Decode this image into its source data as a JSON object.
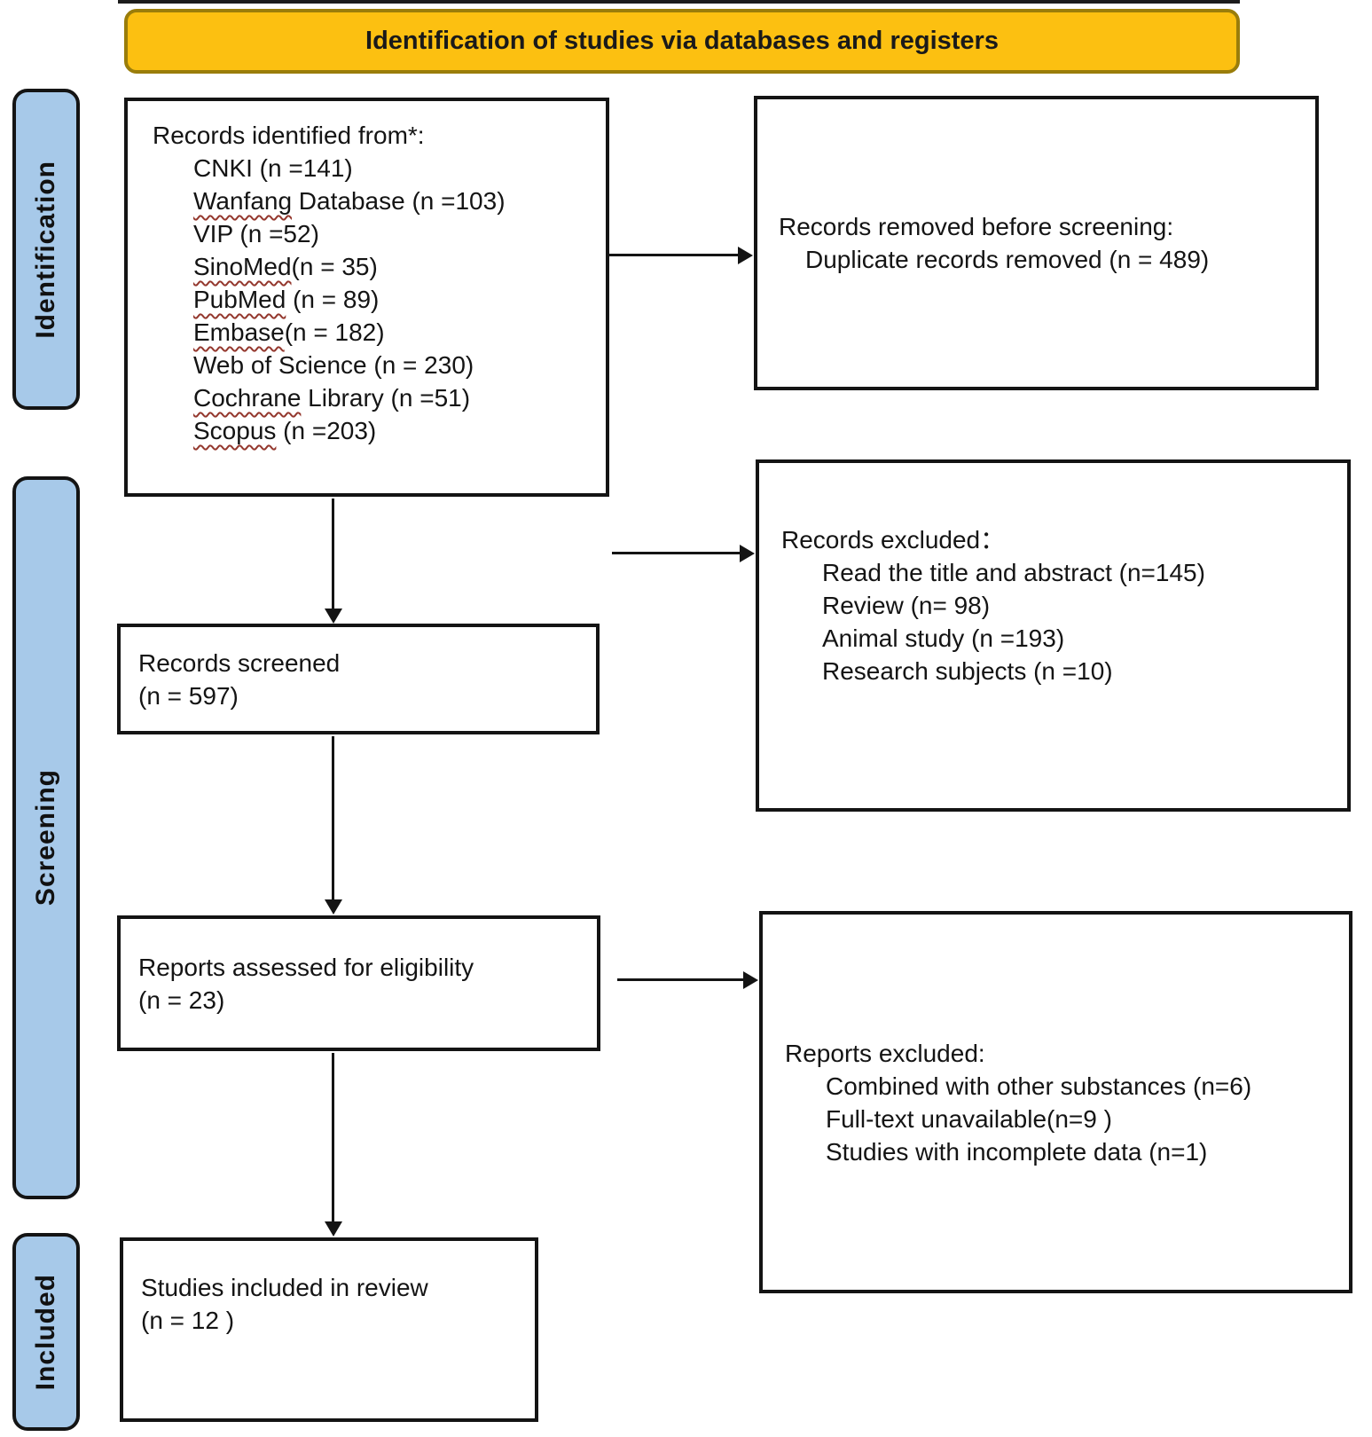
{
  "header": {
    "title": "Identification of studies via databases and registers"
  },
  "stages": [
    {
      "label": "Identification"
    },
    {
      "label": "Screening"
    },
    {
      "label": "Included"
    }
  ],
  "boxes": {
    "identified": {
      "title": "Records identified from*:",
      "items": [
        {
          "u": "",
          "t": "CNKI (n =141)"
        },
        {
          "u": "Wanfang",
          "t": " Database (n =103)"
        },
        {
          "u": "",
          "t": "VIP (n =52)"
        },
        {
          "u": "SinoMed",
          "t": "(n = 35)"
        },
        {
          "u": "PubMed",
          "t": " (n = 89)"
        },
        {
          "u": "Embase",
          "t": "(n = 182)"
        },
        {
          "u": "",
          "t": "Web of Science (n = 230)"
        },
        {
          "u": "Cochrane",
          "t": " Library (n =51)"
        },
        {
          "u": "Scopus",
          "t": " (n =203)"
        }
      ]
    },
    "removed": {
      "title": "Records removed before screening:",
      "items": [
        {
          "t": "Duplicate records removed  (n = 489)"
        }
      ]
    },
    "screened": {
      "line1": "Records screened",
      "line2": "(n = 597)"
    },
    "records_excluded": {
      "title": "Records excluded：",
      "items": [
        {
          "t": "Read the title and abstract (n=145)"
        },
        {
          "t": "Review (n= 98)"
        },
        {
          "t": "Animal study (n =193)"
        },
        {
          "t": "Research subjects (n =10)"
        }
      ]
    },
    "assessed": {
      "line1": "Reports assessed for eligibility",
      "line2": "(n = 23)"
    },
    "reports_excluded": {
      "title": "Reports excluded:",
      "items": [
        {
          "t": "Combined with other substances (n=6)"
        },
        {
          "t": "Full-text unavailable(n=9 )"
        },
        {
          "t": "Studies with incomplete data (n=1)"
        }
      ]
    },
    "included": {
      "line1": "Studies included in review",
      "line2": "(n = 12 )"
    }
  },
  "colors": {
    "banner_fill": "#FCC011",
    "banner_border": "#9A7D0A",
    "stage_fill": "#A7C9E9",
    "box_border": "#141414",
    "squiggle": "#94382E"
  }
}
